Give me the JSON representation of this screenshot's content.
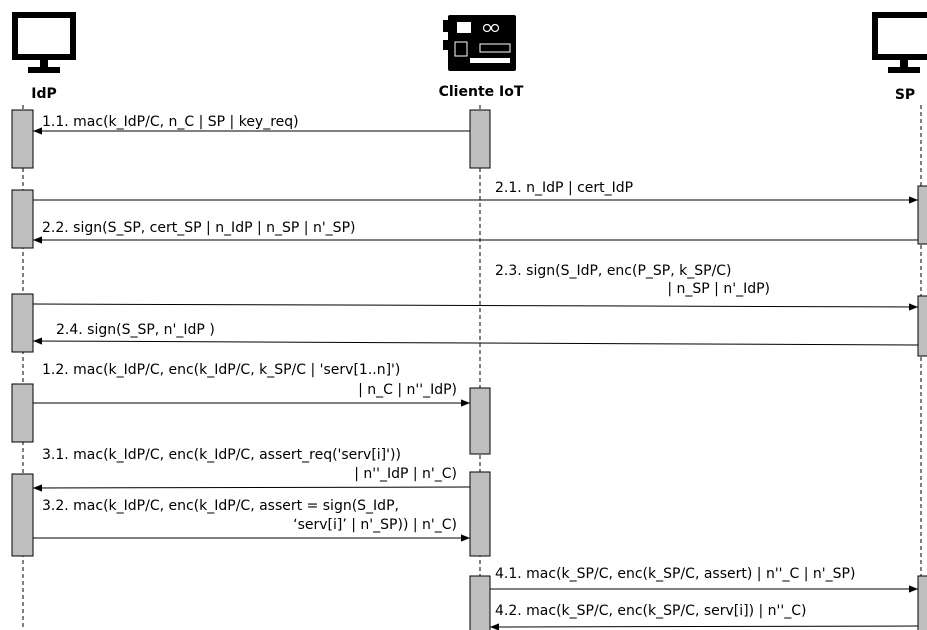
{
  "participants": {
    "idp": {
      "label": "IdP",
      "icon": "monitor-icon"
    },
    "client": {
      "label": "Cliente IoT",
      "icon": "arduino-board-icon"
    },
    "sp": {
      "label": "SP",
      "icon": "monitor-icon"
    }
  },
  "messages": {
    "m1_1": "1.1. mac(k_IdP/C, n_C | SP | key_req)",
    "m2_1": "2.1. n_IdP | cert_IdP",
    "m2_2": "2.2. sign(S_SP, cert_SP | n_IdP | n_SP | n'_SP)",
    "m2_3a": "2.3. sign(S_IdP, enc(P_SP, k_SP/C)",
    "m2_3b": "| n_SP | n'_IdP)",
    "m2_4": "2.4. sign(S_SP, n'_IdP )",
    "m1_2a": "1.2. mac(k_IdP/C, enc(k_IdP/C, k_SP/C | 'serv[1..n]')",
    "m1_2b": "| n_C | n''_IdP)",
    "m3_1a": "3.1. mac(k_IdP/C, enc(k_IdP/C, assert_req('serv[i]'))",
    "m3_1b": "| n''_IdP | n'_C)",
    "m3_2a": "3.2. mac(k_IdP/C, enc(k_IdP/C, assert = sign(S_IdP,",
    "m3_2b": "‘serv[i]’ | n'_SP)) | n'_C)",
    "m4_1": "4.1. mac(k_SP/C, enc(k_SP/C, assert)  | n''_C | n'_SP)",
    "m4_2": "4.2. mac(k_SP/C, enc(k_SP/C, serv[i]) | n''_C)"
  }
}
